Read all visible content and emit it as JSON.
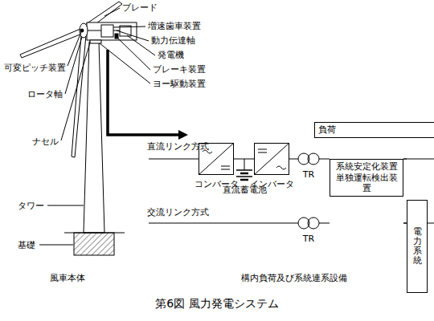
{
  "diagram": {
    "caption": "第6図 風力発電システム",
    "nodes": [
      {
        "text": [
          "コンバータ"
        ]
      },
      {
        "text": [
          "インバータ"
        ]
      },
      {
        "text": [
          "TR"
        ]
      },
      {
        "text": [
          "負荷"
        ]
      },
      {
        "text": [
          "系統安定化装置 単独運転検出装置"
        ]
      },
      {
        "text": [
          "電力系統"
        ]
      },
      {
        "text": [
          "TR"
        ]
      },
      {
        "text": [
          "負荷"
        ]
      },
      {
        "text": [
          "系統安定化装置 単独運転検出装置"
        ]
      }
    ],
    "edges": [
      {
        "from": 0,
        "to": 1,
        "arrow": "none"
      },
      {
        "from": 1,
        "to": 2,
        "arrow": "none"
      },
      {
        "from": 2,
        "to": 4,
        "arrow": "none"
      },
      {
        "from": 3,
        "to": 4,
        "arrow": "none"
      },
      {
        "from": 4,
        "to": 5,
        "arrow": "none"
      },
      {
        "from": 6,
        "to": 8,
        "arrow": "none"
      },
      {
        "from": 7,
        "to": 8,
        "arrow": "none"
      },
      {
        "from": 8,
        "to": 5,
        "arrow": "none"
      }
    ],
    "labels": [
      "ブレード",
      "増速歯車装置",
      "動力伝達軸",
      "発電機",
      "可変ピッチ装置",
      "ブレーキ装置",
      "ヨー駆動装置",
      "ロータ軸",
      "ナセル",
      "タワー",
      "基礎",
      "直流リンク方式",
      "直流蓄電池",
      "交流リンク方式",
      "風車本体",
      "構内負荷及び系統連系設備"
    ]
  }
}
